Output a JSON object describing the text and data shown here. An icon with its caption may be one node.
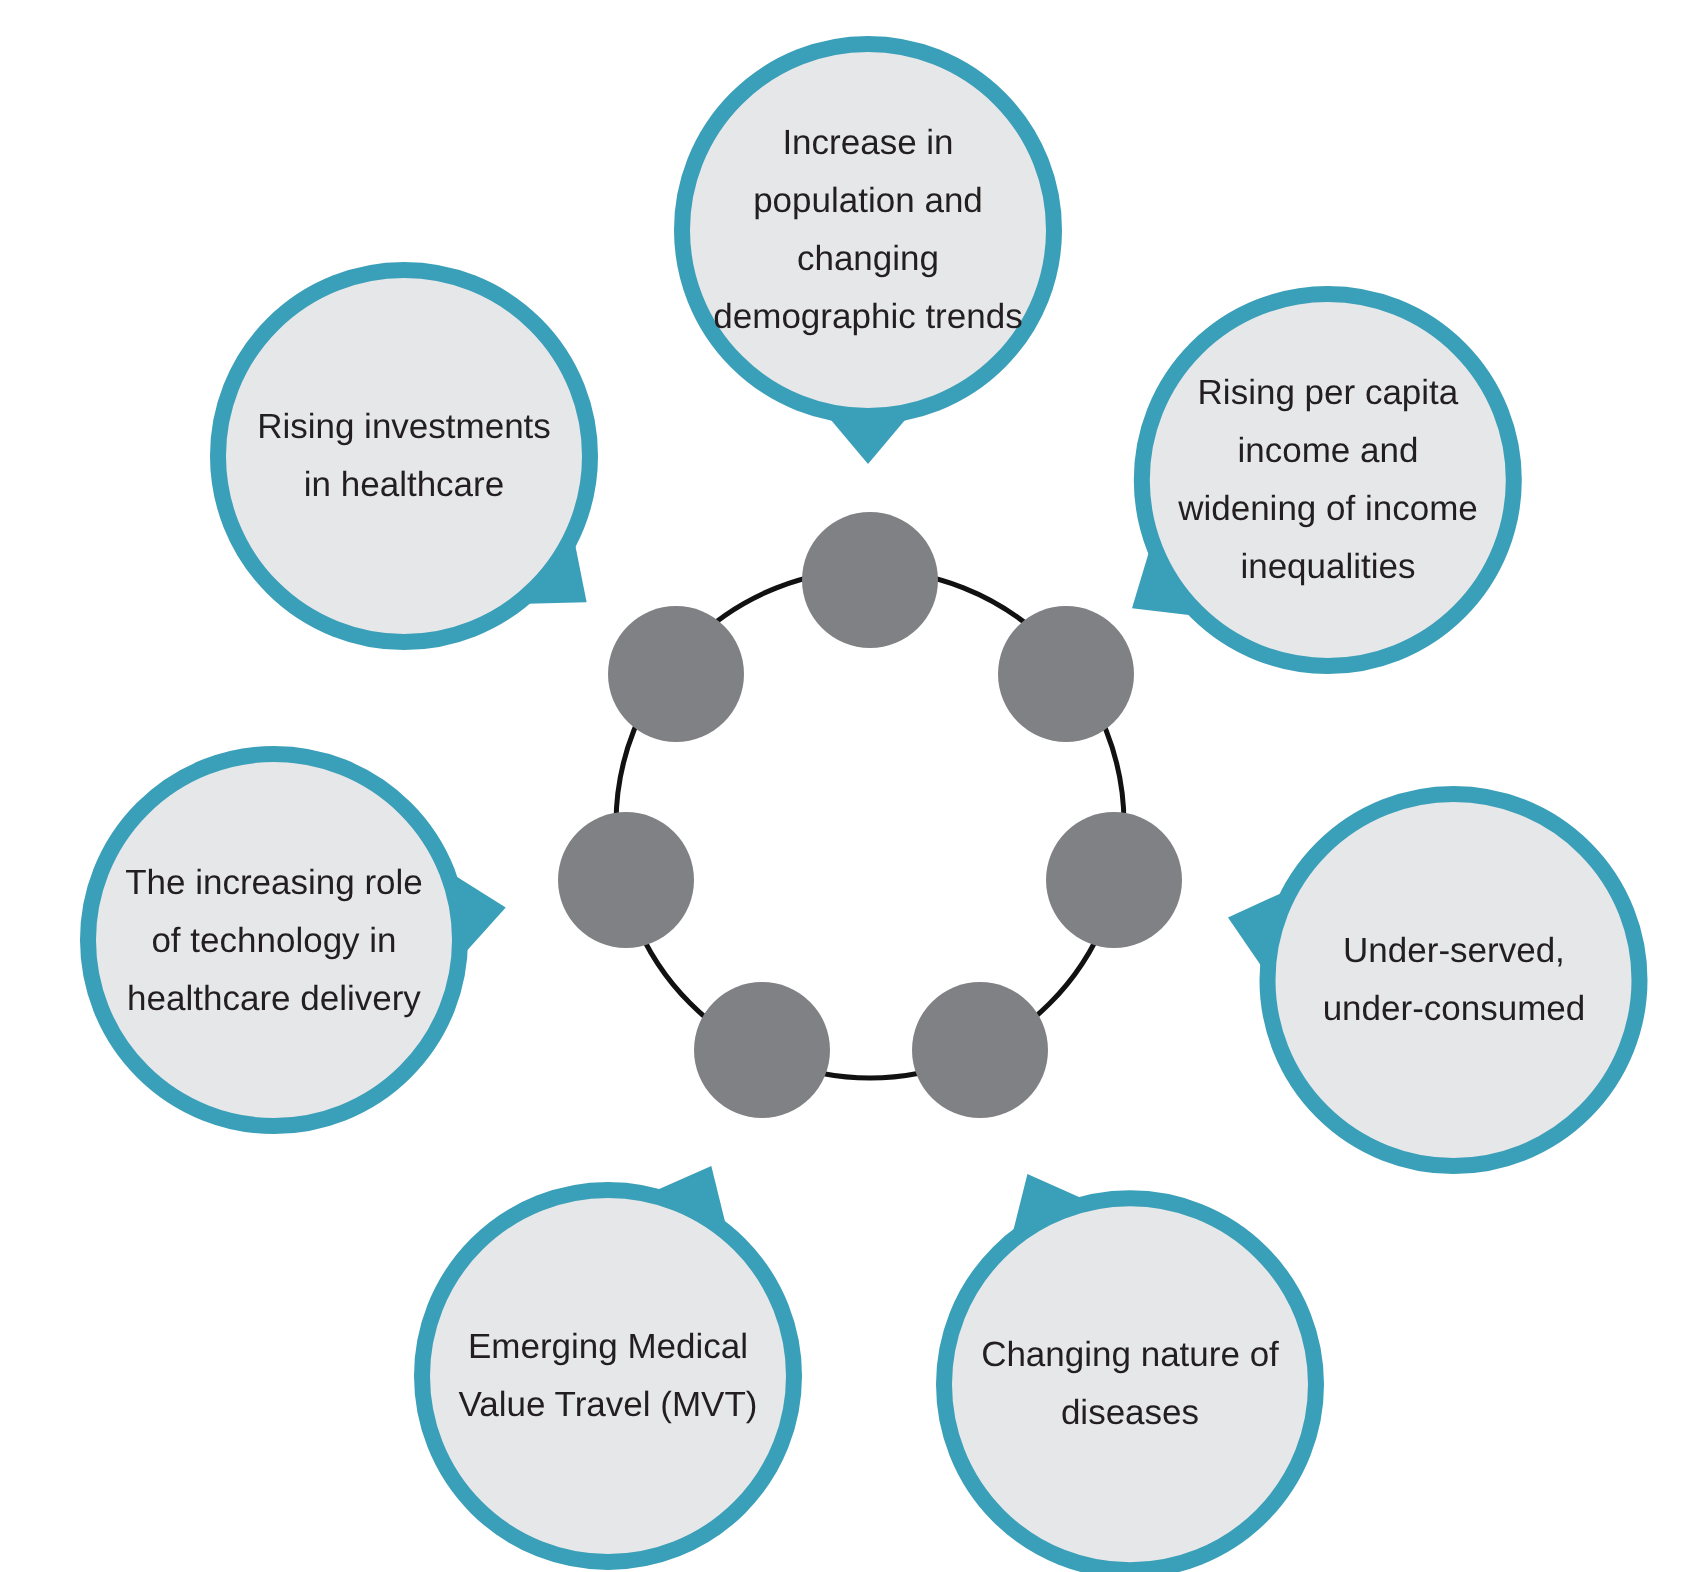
{
  "diagram": {
    "nodes": [
      {
        "text": [
          "Increase in population and changing demographic trends"
        ]
      },
      {
        "text": [
          "Rising investments in healthcare"
        ]
      },
      {
        "text": [
          "Rising per capita income and widening of income inequalities"
        ]
      },
      {
        "text": [
          "The increasing role of technology in healthcare delivery"
        ]
      },
      {
        "text": [
          "Under-served, under-consumed"
        ]
      },
      {
        "text": [
          "Emerging Medical Value Travel (MVT)"
        ]
      },
      {
        "text": [
          "Changing nature of diseases"
        ]
      },
      {
        "text": [],
        "shape": "circle"
      },
      {
        "text": [],
        "shape": "circle"
      },
      {
        "text": [],
        "shape": "circle"
      },
      {
        "text": [],
        "shape": "circle"
      },
      {
        "text": [],
        "shape": "circle"
      },
      {
        "text": [],
        "shape": "circle"
      },
      {
        "text": [],
        "shape": "circle"
      }
    ]
  }
}
